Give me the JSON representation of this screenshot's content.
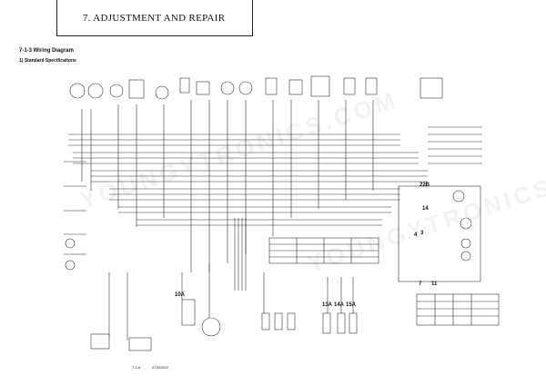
{
  "header": {
    "title": "7. ADJUSTMENT AND REPAIR"
  },
  "section": {
    "heading": "7-1-3  Wiring Diagram",
    "subheading": "1)  Standard Specifications"
  },
  "fuses": {
    "f10a": "10A",
    "f13a": "13A",
    "f14a": "14A",
    "f15a": "15A"
  },
  "connectors": {
    "c22b": "22B",
    "c14": "14",
    "c4": "4",
    "c3": "3",
    "c7": "7",
    "c11": "11"
  },
  "footer": {
    "page": "7-1-6",
    "doc": "47201922"
  },
  "watermark": {
    "text": "YOUNGYTRONICS.COM"
  },
  "colors": {
    "ink": "#222222",
    "wire": "#333333",
    "paper": "#ffffff"
  }
}
